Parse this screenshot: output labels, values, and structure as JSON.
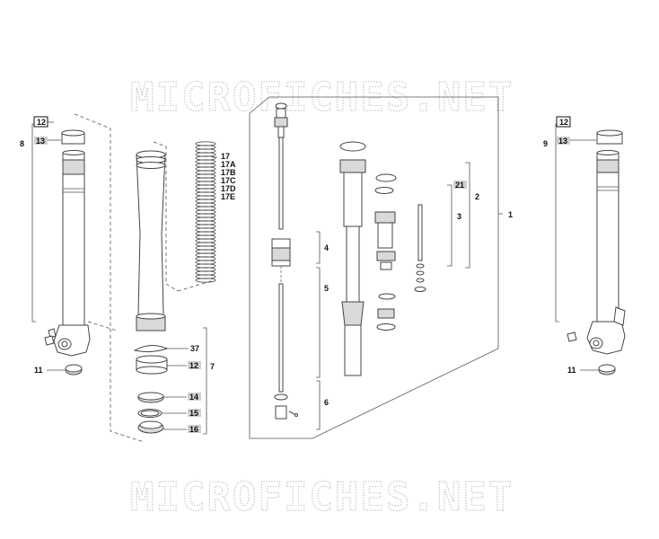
{
  "watermark": {
    "top": "MICROFICHES.NET",
    "bottom": "MICROFICHES.NET"
  },
  "callouts": {
    "c1": "1",
    "c2": "2",
    "c3": "3",
    "c4": "4",
    "c5": "5",
    "c6": "6",
    "c7": "7",
    "c8": "8",
    "c9": "9",
    "c11_left": "11",
    "c11_right": "11",
    "c12_left_box": "12",
    "c12_right_box": "12",
    "c12_mid": "12",
    "c13_left": "13",
    "c13_right": "13",
    "c14": "14",
    "c15": "15",
    "c16": "16",
    "c17": "17",
    "c17a": "17A",
    "c17b": "17B",
    "c17c": "17C",
    "c17d": "17D",
    "c17e": "17E",
    "c21": "21",
    "c37": "37"
  },
  "colors": {
    "line": "#444444",
    "highlight": "#d0d0d0",
    "watermark": "#c9c9c9"
  }
}
